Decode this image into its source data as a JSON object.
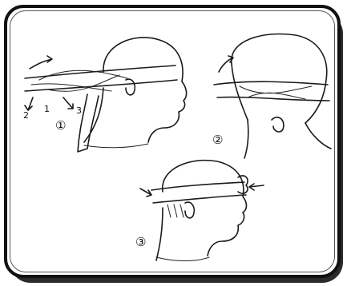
{
  "panels": [
    {
      "id": "panel-1",
      "step_label": "①",
      "arrow_labels": [
        "1",
        "2",
        "3"
      ]
    },
    {
      "id": "panel-2",
      "step_label": "②"
    },
    {
      "id": "panel-3",
      "step_label": "③"
    }
  ],
  "colors": {
    "ink": "#1a1a1a",
    "paper": "#ffffff",
    "frame_shadow": "#2b2b2b"
  }
}
